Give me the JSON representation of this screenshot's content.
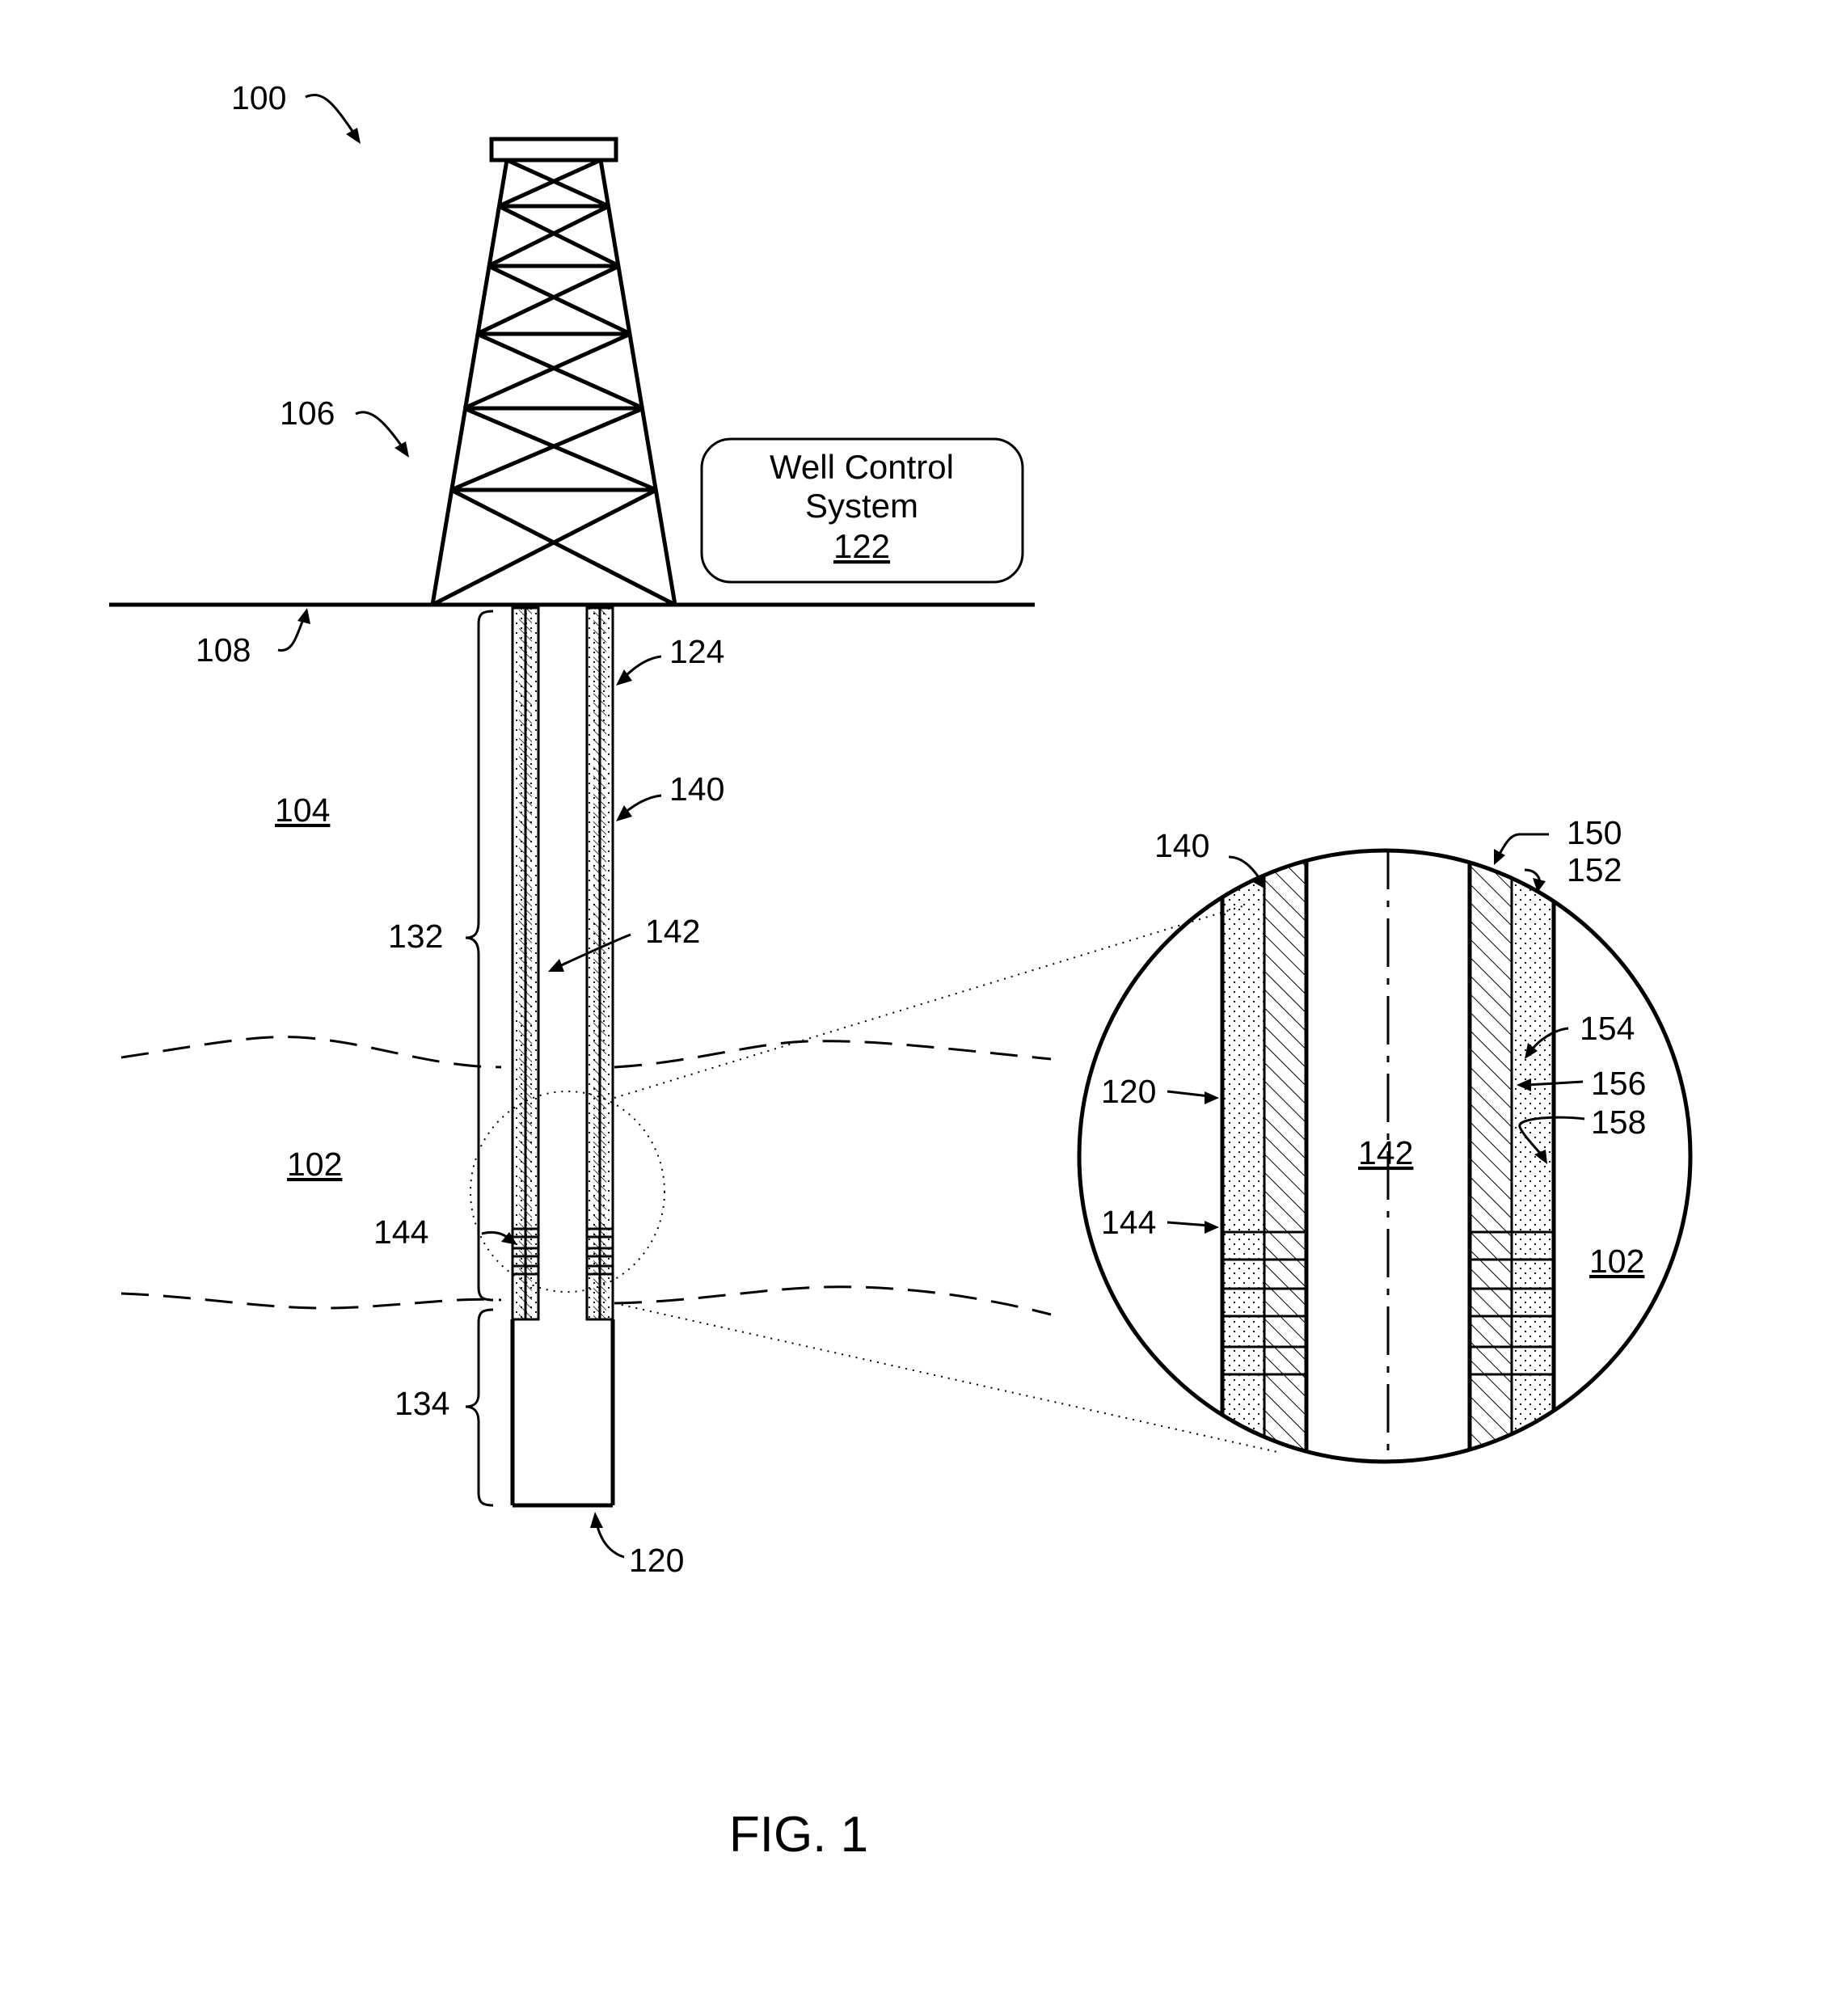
{
  "figure": {
    "caption": "FIG. 1",
    "system_ref": "100",
    "rig_ref": "106",
    "surface_ref": "108",
    "well_control_system": {
      "line1": "Well Control",
      "line2": "System",
      "ref": "122"
    },
    "labels": {
      "casing_top": "124",
      "casing_mid": "140",
      "upper_region": "104",
      "lower_region": "102",
      "cased_section": "132",
      "bore": "142",
      "perforations": "144",
      "open_hole_section": "134",
      "wellbore": "120"
    },
    "detail": {
      "liner": "140",
      "casing": "150",
      "cement": "152",
      "label_154": "154",
      "label_156": "156",
      "label_158": "158",
      "wellbore": "120",
      "perforations": "144",
      "bore": "142",
      "formation": "102"
    }
  }
}
